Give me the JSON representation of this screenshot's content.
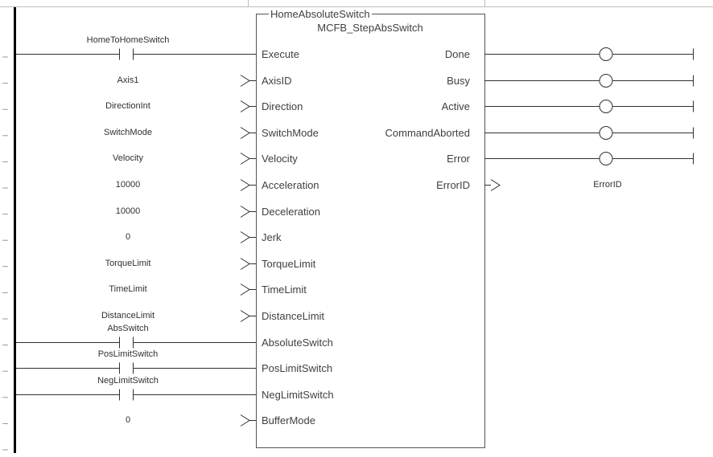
{
  "block": {
    "instance_name": "HomeAbsoluteSwitch",
    "type_name": "MCFB_StepAbsSwitch"
  },
  "inputs": [
    {
      "pin": "Execute",
      "source": "HomeToHomeSwitch",
      "kind": "contact"
    },
    {
      "pin": "AxisID",
      "source": "Axis1",
      "kind": "value"
    },
    {
      "pin": "Direction",
      "source": "DirectionInt",
      "kind": "value"
    },
    {
      "pin": "SwitchMode",
      "source": "SwitchMode",
      "kind": "value"
    },
    {
      "pin": "Velocity",
      "source": "Velocity",
      "kind": "value"
    },
    {
      "pin": "Acceleration",
      "source": "10000",
      "kind": "value"
    },
    {
      "pin": "Deceleration",
      "source": "10000",
      "kind": "value"
    },
    {
      "pin": "Jerk",
      "source": "0",
      "kind": "value"
    },
    {
      "pin": "TorqueLimit",
      "source": "TorqueLimit",
      "kind": "value"
    },
    {
      "pin": "TimeLimit",
      "source": "TimeLimit",
      "kind": "value"
    },
    {
      "pin": "DistanceLimit",
      "source": "DistanceLimit",
      "kind": "value"
    },
    {
      "pin": "AbsoluteSwitch",
      "source": "AbsSwitch",
      "kind": "contact"
    },
    {
      "pin": "PosLimitSwitch",
      "source": "PosLimitSwitch",
      "kind": "contact"
    },
    {
      "pin": "NegLimitSwitch",
      "source": "NegLimitSwitch",
      "kind": "contact"
    },
    {
      "pin": "BufferMode",
      "source": "0",
      "kind": "value"
    }
  ],
  "outputs": [
    {
      "pin": "Done",
      "target": "",
      "kind": "coil"
    },
    {
      "pin": "Busy",
      "target": "",
      "kind": "coil"
    },
    {
      "pin": "Active",
      "target": "",
      "kind": "coil"
    },
    {
      "pin": "CommandAborted",
      "target": "",
      "kind": "coil"
    },
    {
      "pin": "Error",
      "target": "",
      "kind": "coil"
    },
    {
      "pin": "ErrorID",
      "target": "ErrorID",
      "kind": "value"
    }
  ],
  "colors": {
    "line": "#303030",
    "text": "#303030",
    "rail": "#000000",
    "block_border": "#555555"
  }
}
